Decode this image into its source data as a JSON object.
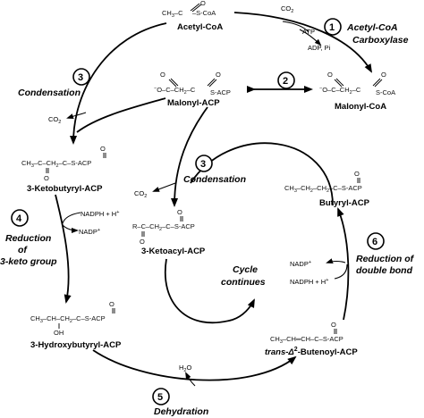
{
  "molecules": {
    "acetyl_coa": {
      "formula": "CH3–C(=O)–S-CoA",
      "name": "Acetyl-CoA"
    },
    "malonyl_acp": {
      "formula": "−O–C(=O)–CH2–C(=O)–S-ACP",
      "name": "Malonyl-ACP"
    },
    "malonyl_coa": {
      "formula": "−O–C(=O)–CH2–C(=O)–S-CoA",
      "name": "Malonyl-CoA"
    },
    "ketobutyryl_acp": {
      "formula": "CH3–C(=O)–CH2–C(=O)–S-ACP",
      "name": "3-Ketobutyryl-ACP"
    },
    "ketoacyl_acp": {
      "formula": "R–C(=O)–CH2–C(=O)–S-ACP",
      "name": "3-Ketoacyl-ACP"
    },
    "butyryl_acp": {
      "formula": "CH3–CH2–CH2–C(=O)–S-ACP",
      "name": "Butyryl-ACP"
    },
    "hydroxybutyryl_acp": {
      "formula": "CH3–CH(OH)–CH2–C(=O)–S-ACP",
      "name": "3-Hydroxybutyryl-ACP"
    },
    "butenoyl_acp": {
      "formula": "CH3–CH=CH–C(=O)–S-ACP",
      "name_prefix": "trans-Δ",
      "name_sup": "2",
      "name_suffix": "-Butenoyl-ACP"
    }
  },
  "steps": [
    {
      "number": "1",
      "label": "Acetyl-CoA Carboxylase"
    },
    {
      "number": "2",
      "label": ""
    },
    {
      "number": "3",
      "label": "Condensation"
    },
    {
      "number": "3",
      "label": "Condensation"
    },
    {
      "number": "4",
      "label": "Reduction of 3-keto group"
    },
    {
      "number": "5",
      "label": "Dehydration"
    },
    {
      "number": "6",
      "label": "Reduction of double bond"
    }
  ],
  "labels": {
    "acc_line1": "Acetyl-CoA",
    "acc_line2": "Carboxylase",
    "condensation": "Condensation",
    "reduction_keto_1": "Reduction",
    "reduction_keto_2": "of",
    "reduction_keto_3": "3-keto group",
    "reduction_double_1": "Reduction of",
    "reduction_double_2": "double bond",
    "dehydration": "Dehydration",
    "cycle_1": "Cycle",
    "cycle_2": "continues"
  },
  "reagents": {
    "co2": "CO2",
    "atp": "ATP",
    "adp_pi": "ADP, Pi",
    "nadph_h": "NADPH + H+",
    "nadp": "NADP+",
    "h2o": "H2O"
  }
}
